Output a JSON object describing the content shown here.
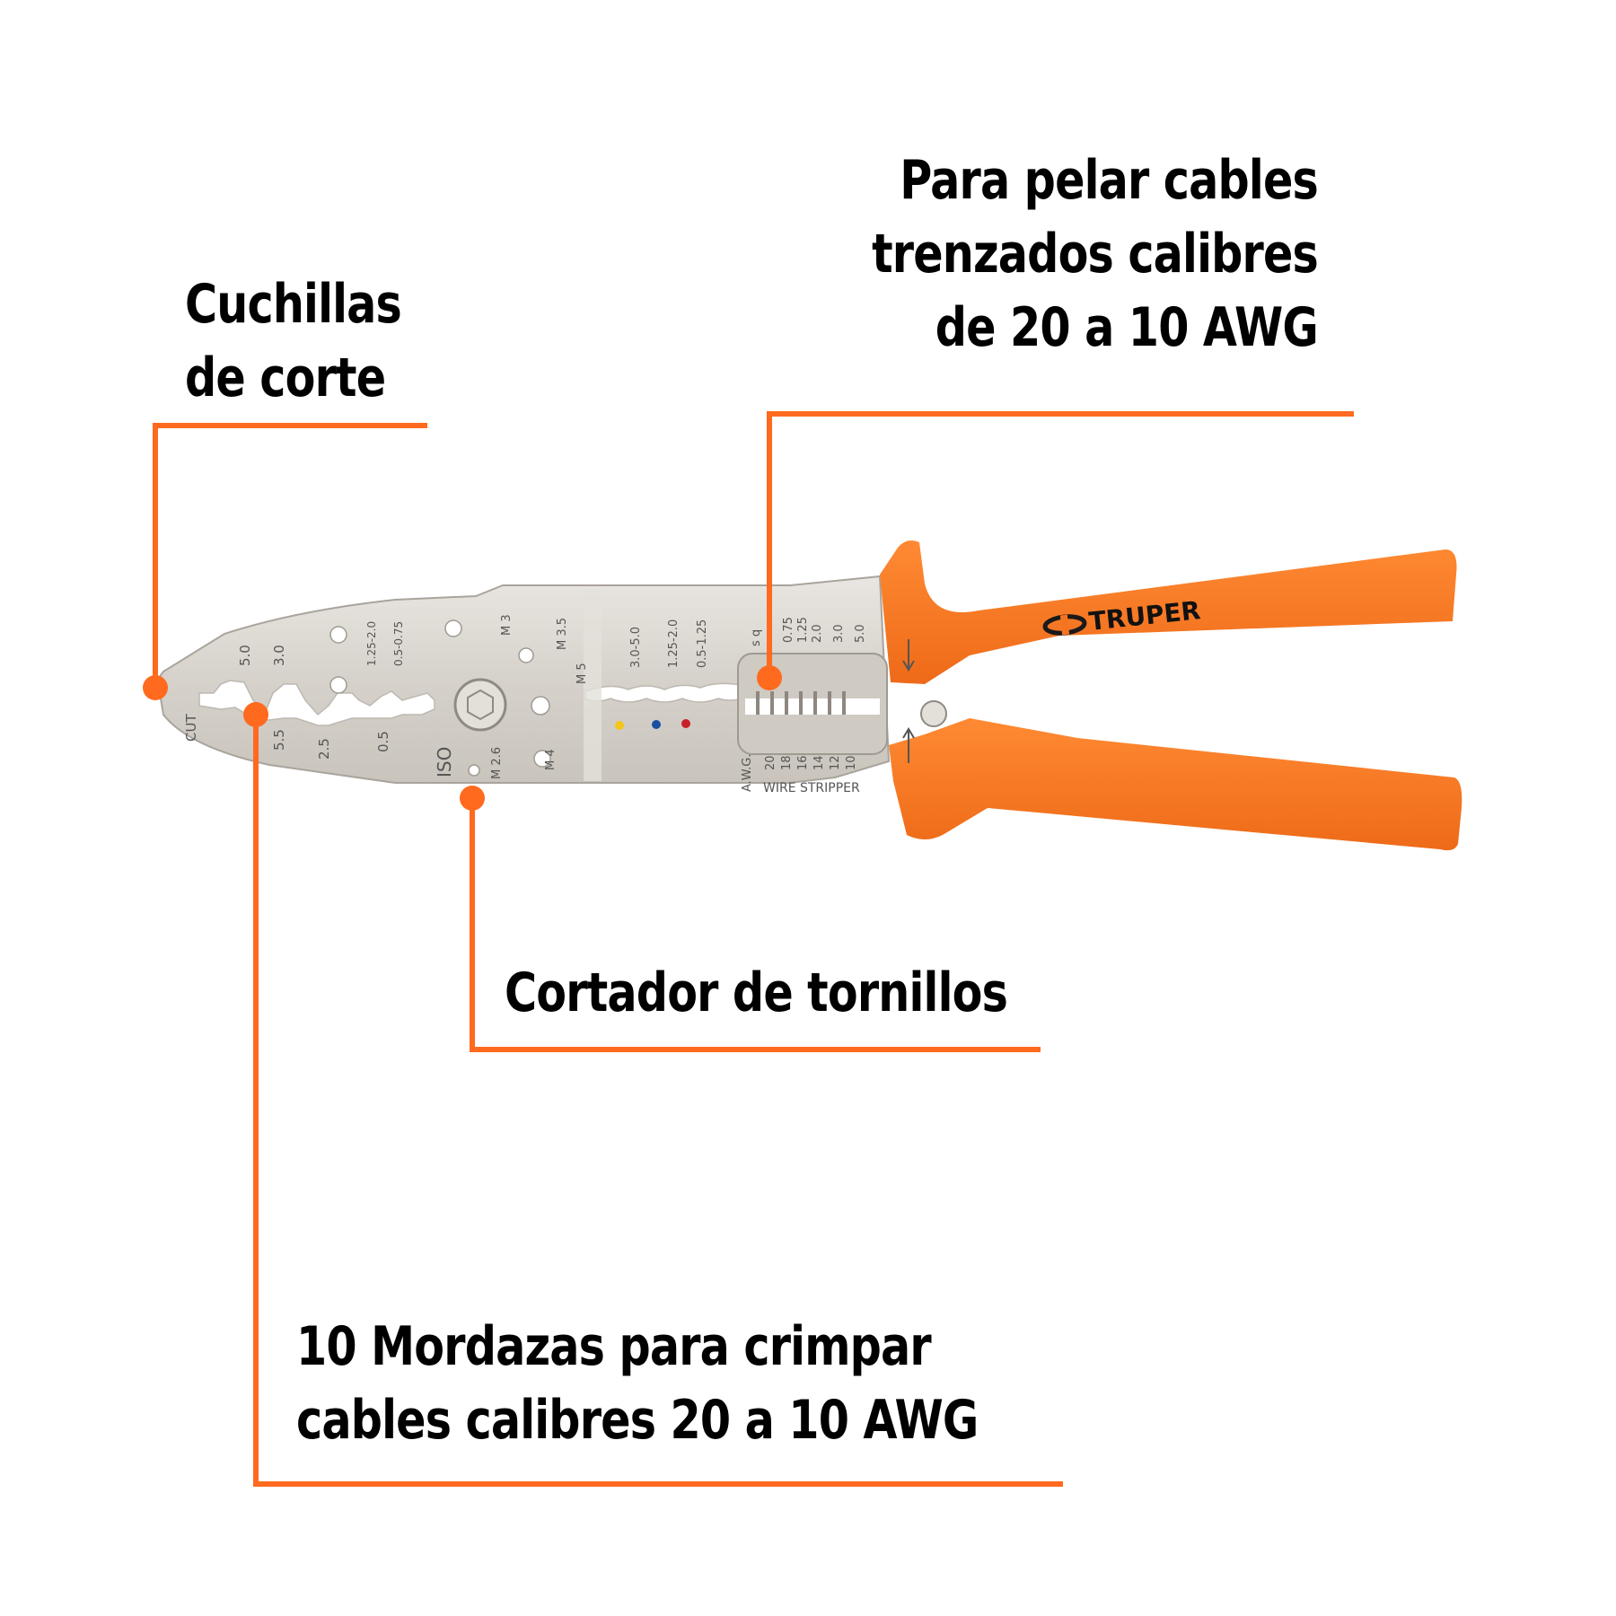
{
  "colors": {
    "accent": "#ff6a1f",
    "handle": "#f47421",
    "metal": "#d9d5cf",
    "text": "#000000"
  },
  "callouts": {
    "cutting_blades": {
      "lines": [
        "Cuchillas",
        "de corte"
      ]
    },
    "stripper": {
      "lines": [
        "Para pelar cables",
        "trenzados calibres",
        "de 20 a 10 AWG"
      ]
    },
    "bolt_cutter": {
      "lines": [
        "Cortador de tornillos"
      ]
    },
    "crimp_jaws": {
      "lines": [
        "10 Mordazas para crimpar",
        "cables calibres 20 a 10 AWG"
      ]
    }
  },
  "tool": {
    "brand": "TRUPER",
    "stamps": {
      "cut": "CUT",
      "iso": "ISO",
      "upper_crimp": [
        "5.0",
        "3.0",
        "1.25-2.0",
        "0.5-0.75"
      ],
      "lower_crimp": [
        "5.5",
        "2.5",
        "0.5"
      ],
      "bolt_sizes_upper": [
        "M 3",
        "M 3.5",
        "M 5"
      ],
      "bolt_sizes_lower": [
        "M 2.6",
        "M 4"
      ],
      "insulated_crimp": [
        "3.0-5.0",
        "1.25-2.0",
        "0.5-1.25"
      ],
      "sq_label": "s q",
      "sq_values": [
        "0.75",
        "1.25",
        "2.0",
        "3.0",
        "5.0"
      ],
      "awg_label": "A.W.G.",
      "awg_values": [
        "20",
        "18",
        "16",
        "14",
        "12",
        "10"
      ],
      "wire_stripper": "WIRE STRIPPER"
    },
    "color_dots": [
      "#f5c518",
      "#1a4fa0",
      "#c8202a"
    ]
  }
}
